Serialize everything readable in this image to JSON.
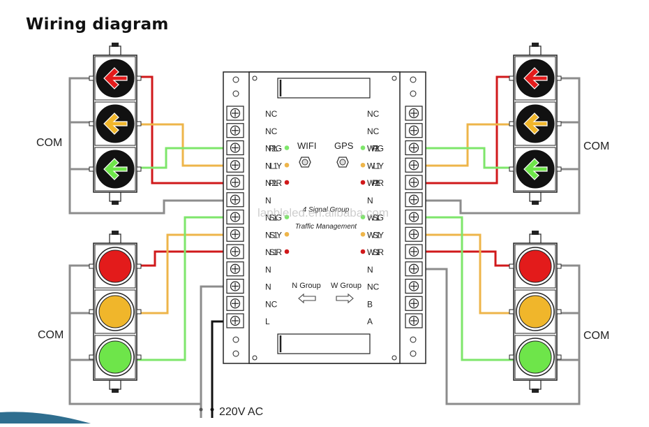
{
  "title": "Wiring diagram",
  "controller": {
    "left_terminals": [
      "NC",
      "NC",
      "NP2LG",
      "NL1Y",
      "NP2LR",
      "N",
      "NS1G",
      "NS1Y",
      "NS1R",
      "N",
      "N",
      "NC",
      "L"
    ],
    "right_terminals": [
      "NC",
      "NC",
      "WP2LG",
      "WL1Y",
      "WP2LR",
      "N",
      "WS1G",
      "WS1Y",
      "WS1R",
      "N",
      "NC",
      "B",
      "A"
    ],
    "left_leds": [
      "",
      "",
      "green",
      "yellow",
      "red",
      "",
      "green",
      "yellow",
      "red",
      "",
      "",
      "",
      ""
    ],
    "right_leds": [
      "",
      "",
      "green",
      "yellow",
      "red",
      "",
      "green",
      "yellow",
      "red",
      "",
      "",
      "",
      ""
    ],
    "wifi_label": "WIFI",
    "gps_label": "GPS",
    "product_line1": "4 Signal Group",
    "product_line2": "Traffic Management",
    "n_group_label": "N Group",
    "w_group_label": "W Group",
    "watermark": "lapbleled.en.alibaba.com"
  },
  "com_labels": [
    "COM",
    "COM",
    "COM",
    "COM"
  ],
  "power_label": "220V AC",
  "colors": {
    "red_wire": "#d0191b",
    "yellow_wire": "#eeb54a",
    "green_wire": "#7ee66b",
    "gray_wire": "#8c8c8c",
    "black_wire": "#111111",
    "lamp_red": "#e31b1b",
    "lamp_yellow": "#f0b62b",
    "lamp_green": "#6ee54a",
    "accent_bottom": "#2f6e8f"
  }
}
